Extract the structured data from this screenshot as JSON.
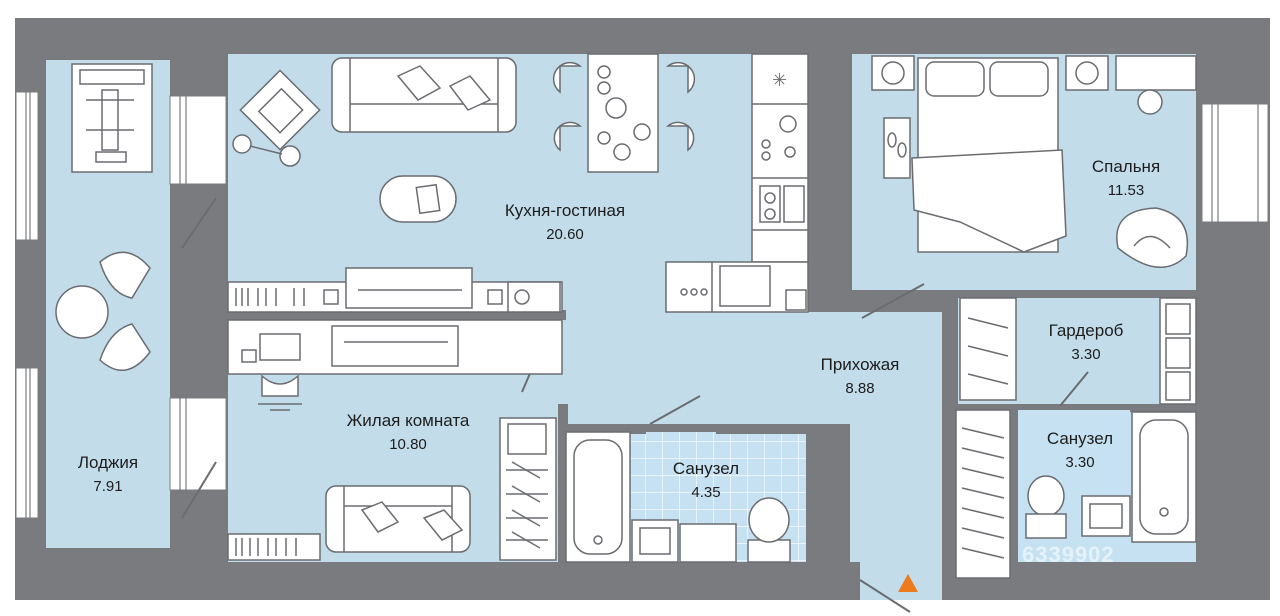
{
  "rooms": {
    "kitchen": {
      "name": "Кухня-гостиная",
      "area": "20.60"
    },
    "bedroom": {
      "name": "Спальня",
      "area": "11.53"
    },
    "wardrobe": {
      "name": "Гардероб",
      "area": "3.30"
    },
    "hallway": {
      "name": "Прихожая",
      "area": "8.88"
    },
    "living": {
      "name": "Жилая комната",
      "area": "10.80"
    },
    "bath1": {
      "name": "Санузел",
      "area": "4.35"
    },
    "bath2": {
      "name": "Санузел",
      "area": "3.30"
    },
    "loggia": {
      "name": "Лоджия",
      "area": "7.91"
    }
  },
  "watermark": "6339902",
  "colors": {
    "wall": "#7a7b7f",
    "floor": "#c2dcea",
    "bathroom_floor": "#c6e2f2",
    "furniture": "#ffffff",
    "line": "#6a6c70",
    "entrance_marker": "#ee7a1e"
  },
  "icons": [
    "entrance-arrow-icon",
    "snowflake-icon"
  ]
}
